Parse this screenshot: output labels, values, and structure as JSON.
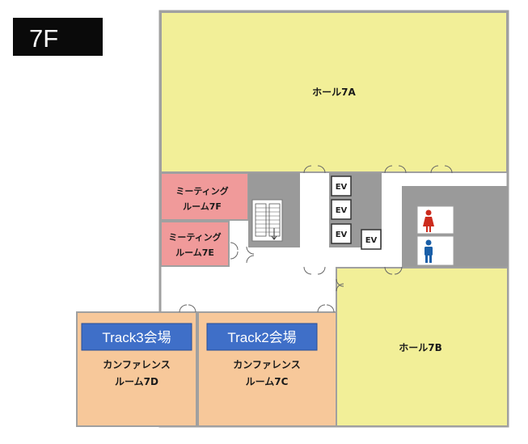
{
  "floor": {
    "label": "7F"
  },
  "rooms": {
    "hall_a": {
      "label": "ホール7A"
    },
    "hall_b": {
      "label": "ホール7B"
    },
    "meeting_f": {
      "line1": "ミーティング",
      "line2": "ルーム7F"
    },
    "meeting_e": {
      "line1": "ミーティング",
      "line2": "ルーム7E"
    },
    "conf_d": {
      "line1": "カンファレンス",
      "line2": "ルーム7D"
    },
    "conf_c": {
      "line1": "カンファレンス",
      "line2": "ルーム7C"
    }
  },
  "tracks": {
    "track3": {
      "label": "Track3会場"
    },
    "track2": {
      "label": "Track2会場"
    }
  },
  "elevators": {
    "label": "EV"
  },
  "colors": {
    "hall": "#f2ef98",
    "meeting": "#f09a9a",
    "conference": "#f7c89a",
    "core": "#9a9a9a",
    "wall": "#a0a0a0",
    "track_badge": "#3f6fc8",
    "floor_badge": "#0a0a0a",
    "female_icon": "#cc2b1d",
    "male_icon": "#1a5fa8"
  }
}
